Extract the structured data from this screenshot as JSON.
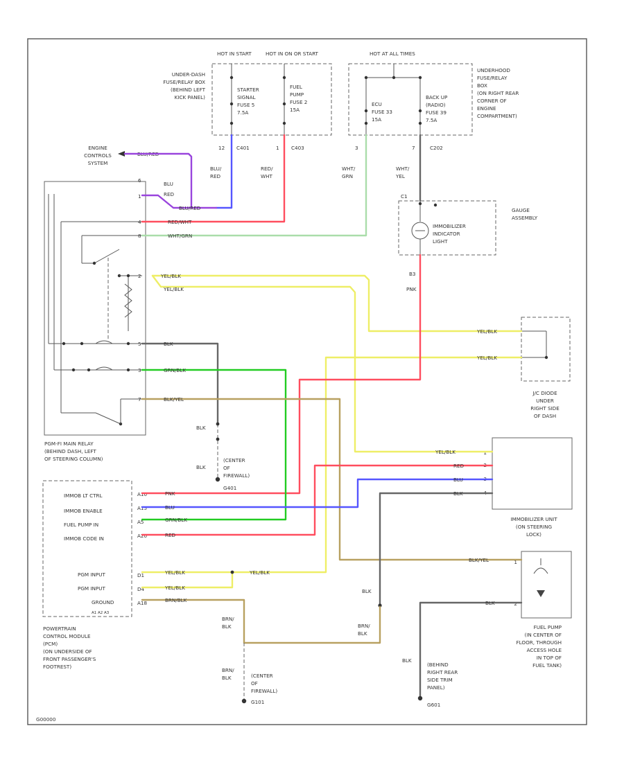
{
  "colors": {
    "blue": "#5555ff",
    "red": "#ff4d5e",
    "green": "#22cc22",
    "yellow": "#eeee66",
    "brown": "#b8a060",
    "gray": "#666666",
    "lightgreen": "#aaddaa",
    "purple": "#9944dd"
  },
  "diagram_code": "G00000",
  "top_headers": {
    "hot_in_start": "HOT IN START",
    "hot_in_on": "HOT IN ON OR START",
    "hot_at_all_times": "HOT AT ALL TIMES"
  },
  "underdash_box": {
    "label": [
      "UNDER-DASH",
      "FUSE/RELAY BOX",
      "(BEHIND LEFT",
      "KICK PANEL)"
    ],
    "fuse_starter": [
      "STARTER",
      "SIGNAL",
      "FUSE 5",
      "7.5A"
    ],
    "fuse_fuelpump": [
      "FUEL",
      "PUMP",
      "FUSE 2",
      "15A"
    ]
  },
  "underhood_box": {
    "label": [
      "UNDERHOOD",
      "FUSE/RELAY",
      "BOX",
      "(ON RIGHT REAR",
      "CORNER OF",
      "ENGINE",
      "COMPARTMENT)"
    ],
    "fuse_ecu": [
      "ECU",
      "FUSE 33",
      "15A"
    ],
    "fuse_backup": [
      "BACK UP",
      "(RADIO)",
      "FUSE 39",
      "7.5A"
    ]
  },
  "connectors": {
    "c401_pin": "12",
    "c401": "C401",
    "c403_pin": "1",
    "c403": "C403",
    "c202_pin1": "3",
    "c202_pin2": "7",
    "c202": "C202",
    "c1_pin": "C1",
    "c2_pin": "B3"
  },
  "engine_controls": [
    "ENGINE",
    "CONTROLS",
    "SYSTEM"
  ],
  "gauge_assembly": {
    "label": [
      "GAUGE",
      "ASSEMBLY"
    ],
    "light": [
      "IMMOBILIZER",
      "INDICATOR",
      "LIGHT"
    ]
  },
  "main_relay": {
    "label": [
      "PGM-FI MAIN RELAY",
      "(BEHIND DASH, LEFT",
      "OF STEERING COLUMN)"
    ],
    "pins": [
      "1",
      "4",
      "8",
      "2",
      "5",
      "3",
      "7",
      "6"
    ]
  },
  "ground_g401": [
    "(CENTER",
    "OF",
    "FIREWALL)",
    "G401"
  ],
  "ground_g101": [
    "(CENTER",
    "OF",
    "FIREWALL)",
    "G101"
  ],
  "ground_g601": [
    "(BEHIND",
    "RIGHT REAR",
    "SIDE TRIM",
    "PANEL)",
    "G601"
  ],
  "ac_diode": [
    "J/C DIODE",
    "UNDER",
    "RIGHT SIDE",
    "OF DASH"
  ],
  "immobilizer_unit": {
    "label": [
      "IMMOBILIZER UNIT",
      "(ON STEERING",
      "LOCK)"
    ],
    "pins": [
      "1",
      "2",
      "3",
      "4"
    ]
  },
  "fuel_pump": {
    "label": [
      "FUEL PUMP",
      "(IN CENTER OF",
      "FLOOR, THROUGH",
      "ACCESS HOLE",
      "IN TOP OF",
      "FUEL TANK)"
    ],
    "pins": [
      "1",
      "2"
    ]
  },
  "pcm": {
    "label": [
      "POWERTRAIN",
      "CONTROL MODULE",
      "(PCM)",
      "(ON UNDERSIDE OF",
      "FRONT PASSENGER'S",
      "FOOTREST)"
    ],
    "rows": [
      {
        "pin": "A10",
        "name": "IMMOB LT CTRL"
      },
      {
        "pin": "A15",
        "name": "IMMOB ENABLE"
      },
      {
        "pin": "A5",
        "name": "FUEL PUMP IN"
      },
      {
        "pin": "A20",
        "name": "IMMOB CODE IN"
      },
      {
        "pin": "D1",
        "name": "PGM INPUT"
      },
      {
        "pin": "D4",
        "name": "PGM INPUT"
      },
      {
        "pin": "A18",
        "name": "GROUND"
      }
    ],
    "pin_note": "A1 A2 A3"
  },
  "wires": {
    "blu_red": "BLU/RED",
    "red_wht": "RED/WHT",
    "wht_grn": "WHT/GRN",
    "wht_yel": "WHT/YEL",
    "blu": "BLU",
    "red": "RED",
    "pnk": "PNK",
    "blk": "BLK",
    "yel_blk": "YEL/BLK",
    "grn_blk": "GRN/BLK",
    "blk_yel": "BLK/YEL",
    "brn_blk": "BRN/BLK",
    "blu_red_split1": "BLU/",
    "blu_red_split2": "RED",
    "red_wht_split1": "RED/",
    "red_wht_split2": "WHT",
    "wht_grn_split1": "WHT/",
    "wht_grn_split2": "GRN",
    "wht_yel_split1": "WHT/",
    "wht_yel_split2": "YEL",
    "brn_blk_split1": "BRN/",
    "brn_blk_split2": "BLK",
    "blu_split1": "BLU",
    "blu_split2": "RED"
  }
}
